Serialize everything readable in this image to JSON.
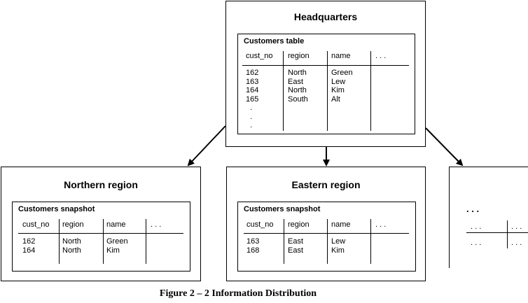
{
  "hq": {
    "title": "Headquarters",
    "table_title": "Customers  table",
    "headers": [
      "cust_no",
      "region",
      "name",
      ". . ."
    ],
    "col_cust_no": "162\n163\n164\n165\n  .\n  .\n  .",
    "col_region": "North\nEast\nNorth\nSouth",
    "col_name": "Green\nLew\nKim\nAlt"
  },
  "north": {
    "title": "Northern region",
    "table_title": "Customers  snapshot",
    "headers": [
      "cust_no",
      "region",
      "name",
      ". . ."
    ],
    "col_cust_no": "162\n164",
    "col_region": "North\nNorth",
    "col_name": "Green\nKim"
  },
  "east": {
    "title": "Eastern region",
    "table_title": "Customers  snapshot",
    "headers": [
      "cust_no",
      "region",
      "name",
      ". . ."
    ],
    "col_cust_no": "163\n168",
    "col_region": "East\nEast",
    "col_name": "Lew\nKim"
  },
  "other": {
    "title": ". . .",
    "cells": [
      ". . .",
      ". . .",
      ". . .",
      ". . ."
    ]
  },
  "caption": "Figure 2 – 2  Information  Distribution"
}
